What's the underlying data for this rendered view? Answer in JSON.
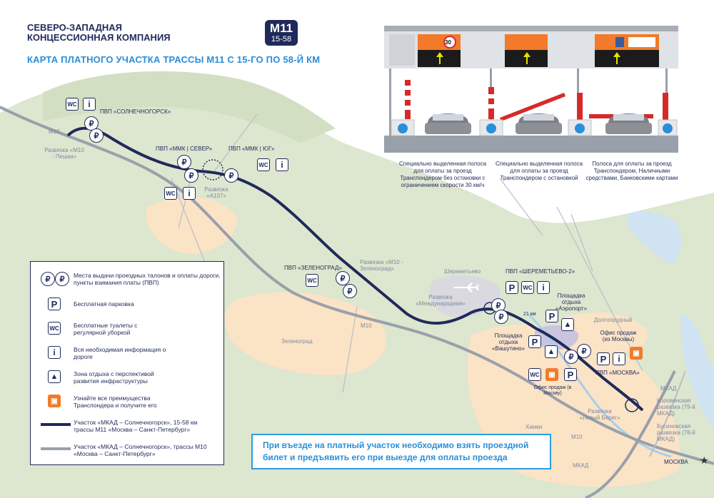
{
  "header": {
    "company_line1": "СЕВЕРО-ЗАПАДНАЯ",
    "company_line2": "КОНЦЕССИОННАЯ КОМПАНИЯ",
    "badge_road": "М11",
    "badge_km": "15-58",
    "title": "КАРТА ПЛАТНОГО УЧАСТКА ТРАССЫ М11 С 15-ГО ПО 58-Й КМ"
  },
  "colors": {
    "navy": "#1f2a5a",
    "accent_blue": "#2a8ed8",
    "orange": "#f27a2a",
    "forest": "#dde6cf",
    "settlement": "#fbe3c6",
    "water": "#cfe3f3"
  },
  "toll_plaza": {
    "sign_speed": "30",
    "lanes": [
      {
        "caption": "Специально выделенная полоса для оплаты за проезд Транспондером без остановки с ограничением скорости 30 км/ч"
      },
      {
        "caption": "Специально выделенная полоса для оплаты за проезд Транспондером с остановкой"
      },
      {
        "caption": "Полоса для оплаты за проезд Транспондером, Наличными средствами, Банковскими картами"
      }
    ]
  },
  "map_labels": {
    "pvp_solnechnogorsk": "ПВП «СОЛНЕЧНОГОРСК»",
    "pvp_mmk_sever": "ПВП «ММК | СЕВЕР»",
    "pvp_mmk_yug": "ПВП «ММК | ЮГ»",
    "pvp_zelenograd": "ПВП «ЗЕЛЕНОГРАД»",
    "pvp_sheremetyevo2": "ПВП «ШЕРЕМЕТЬЕВО-2»",
    "pvp_moskva": "ПВП «МОСКВА»",
    "m10_top": "М10",
    "m10_mid": "М10",
    "m10_bottom": "М10",
    "mkad_1": "МКАД",
    "mkad_2": "МКАД",
    "razv_m10_peshki": "Развязка «М10 - Пешки»",
    "razv_a107": "Развязка «А107»",
    "razv_m10_zelenograd": "Развязка «М10 - Зеленоград»",
    "razv_mezhdunarodnaya": "Развязка «Международная»",
    "sheremetyevo": "Шереметьево",
    "zelenograd": "Зеленоград",
    "km21": "21 км",
    "ploshchadka_aeroport": "Площадка отдыха «Аэропорт»",
    "ploshchadka_vashutino": "Площадка отдыха «Вашутино»",
    "dolgoprudny": "Долгопрудный",
    "ofis_iz_moskvy": "Офис продаж (из Москвы)",
    "ofis_v_moskvu": "Офис продаж (в Москву)",
    "khimki": "Химки",
    "razv_levy_bereg": "Развязка «Левый Берег»",
    "razv_korovinskaya": "Коровинская развязка (79-й МКАД)",
    "razv_businovskaya": "Бусиновская развязка (78-й МКАД)",
    "moskva": "МОСКВА"
  },
  "legend": {
    "items": [
      {
        "icon": "toll-ticket-icon",
        "text": "Места выдачи проездных талонов и оплаты дороги, пункты взимания платы (ПВП)"
      },
      {
        "icon": "parking-icon",
        "text": "Бесплатная парковка"
      },
      {
        "icon": "wc-icon",
        "text": "Бесплатные туалеты с регулярной уборкой"
      },
      {
        "icon": "info-icon",
        "text": "Вся необходимая информация о дороге"
      },
      {
        "icon": "rest-area-icon",
        "text": "Зона отдыха с перспективой развития инфраструктуры"
      },
      {
        "icon": "transponder-icon",
        "text": "Узнайте все преимущества Транспондера и получите его"
      },
      {
        "icon": "m11-line-icon",
        "text": "Участок «МКАД – Солнечногорск», 15-58 км трассы М11 «Москва – Санкт-Петербург»"
      },
      {
        "icon": "m10-line-icon",
        "text": "Участок «МКАД – Солнечногорск», трассы М10 «Москва – Санкт-Петербург»"
      }
    ]
  },
  "notice": {
    "line1": "При въезде на платный участок необходимо взять проездной",
    "line2": "билет и предъявить его при выезде для оплаты проезда"
  }
}
